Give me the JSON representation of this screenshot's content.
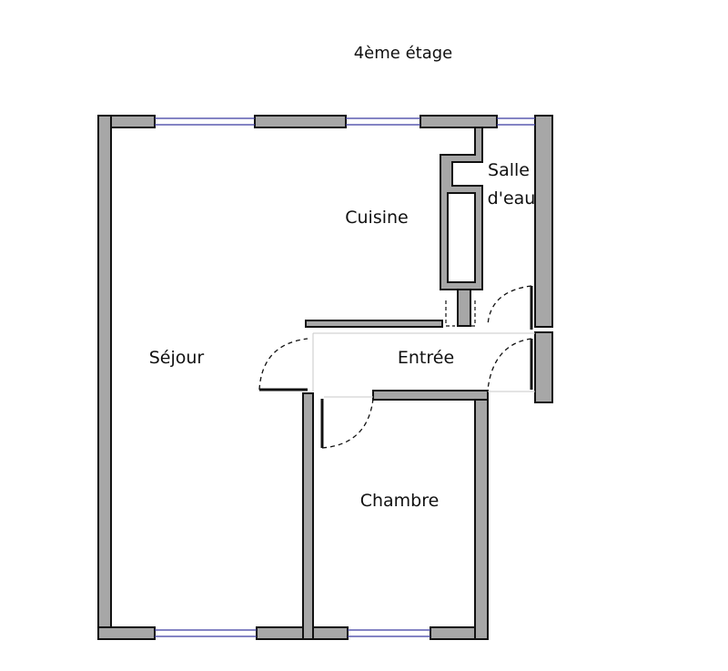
{
  "plan": {
    "title": "4ème étage",
    "rooms": {
      "sejour": "Séjour",
      "cuisine": "Cuisine",
      "salle_line1": "Salle",
      "salle_line2": "d'eau",
      "entree": "Entrée",
      "chambre": "Chambre"
    }
  }
}
